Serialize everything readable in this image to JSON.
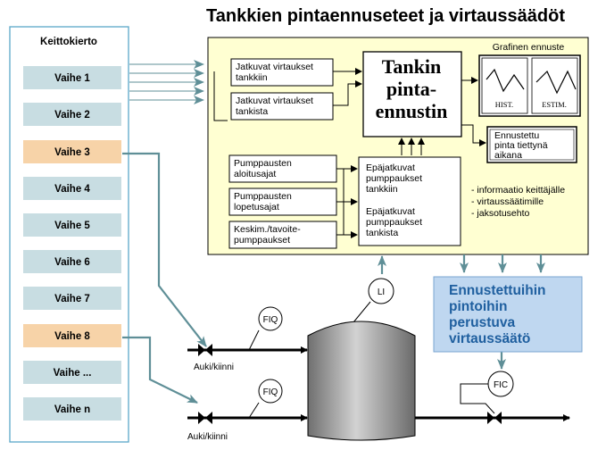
{
  "title": "Tankkien pintaennuseteet ja virtaussäädöt",
  "cycle": {
    "heading": "Keittokierto",
    "stages": [
      "Vaihe 1",
      "Vaihe 2",
      "Vaihe 3",
      "Vaihe 4",
      "Vaihe 5",
      "Vaihe 6",
      "Vaihe 7",
      "Vaihe 8",
      "Vaihe ...",
      "Vaihe n"
    ],
    "highlighted": [
      "Vaihe 3",
      "Vaihe 8"
    ]
  },
  "inputs": {
    "continuous_in": [
      "Jatkuvat virtaukset",
      "tankkiin"
    ],
    "continuous_out": [
      "Jatkuvat virtaukset",
      "tankista"
    ],
    "pump_start": [
      "Pumppausten",
      "aloitusajat"
    ],
    "pump_stop": [
      "Pumppausten",
      "lopetusajat"
    ],
    "pump_target": [
      "Keskim./tavoite-",
      "pumppaukset"
    ]
  },
  "discontinuous": {
    "in_lines": [
      "Epäjatkuvat",
      "pumppaukset",
      "tankkiin"
    ],
    "out_lines": [
      "Epäjatkuvat",
      "pumppaukset",
      "tankista"
    ]
  },
  "forecaster": {
    "lines": [
      "Tankin",
      "pinta-",
      "ennustin"
    ]
  },
  "graph": {
    "heading": "Grafinen ennuste",
    "hist": "HIST.",
    "estim": "ESTIM."
  },
  "forecast_level": {
    "lines": [
      "Ennustettu",
      "pinta tiettynä",
      "aikana"
    ]
  },
  "info_list": [
    "- informaatio keittäjälle",
    "- virtaussäätimille",
    "- jaksotusehto"
  ],
  "control": {
    "lines": [
      "Ennustettuihin",
      "pintoihin",
      "perustuva",
      "virtaussäätö"
    ]
  },
  "instruments": {
    "li": "LI",
    "fiq_top": "FIQ",
    "fiq_bottom": "FIQ",
    "fic": "FIC"
  },
  "valves": {
    "top": "Auki/kiinni",
    "bottom": "Auki/kiinni"
  },
  "colors": {
    "stage_fill": "#c8dde2",
    "stage_highlight": "#f7d3a8",
    "panel_fill": "#ffffd2",
    "control_fill": "#bfd7f0",
    "connector": "#5f8f97",
    "control_text": "#1f5f9f"
  }
}
